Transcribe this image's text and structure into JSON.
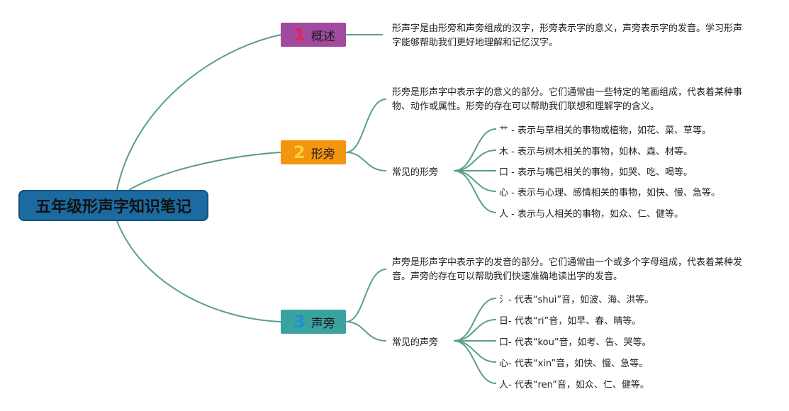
{
  "root": {
    "title": "五年级形声字知识笔记"
  },
  "topics": [
    {
      "num": "1",
      "label": "概述",
      "desc": "形声字是由形旁和声旁组成的汉字，形旁表示字的意义，声旁表示字的发音。学习形声字能够帮助我们更好地理解和记忆汉字。"
    },
    {
      "num": "2",
      "label": "形旁",
      "desc": "形旁是形声字中表示字的意义的部分。它们通常由一些特定的笔画组成，代表着某种事物、动作或属性。形旁的存在可以帮助我们联想和理解字的含义。",
      "sub_label": "常见的形旁",
      "items": [
        "艹 - 表示与草相关的事物或植物，如花、菜、草等。",
        "木 - 表示与树木相关的事物，如林、森、材等。",
        "口 - 表示与嘴巴相关的事物，如哭、吃、喝等。",
        "心 - 表示与心理、感情相关的事物，如快、慢、急等。",
        "人 - 表示与人相关的事物，如众、仁、健等。"
      ]
    },
    {
      "num": "3",
      "label": "声旁",
      "desc": "声旁是形声字中表示字的发音的部分。它们通常由一个或多个字母组成，代表着某种发音。声旁的存在可以帮助我们快速准确地读出字的发音。",
      "sub_label": "常见的声旁",
      "items": [
        "氵- 代表“shui”音，如波、海、洪等。",
        "日- 代表“ri”音，如早、春、晴等。",
        "口- 代表“kou”音，如考、告、哭等。",
        "心- 代表“xin”音，如快、慢、急等。",
        "人- 代表“ren”音，如众、仁、健等。"
      ]
    }
  ],
  "colors": {
    "line": "#5a9e8c",
    "root": "#1b6aa0",
    "topic1": "#a24a9f",
    "topic2": "#f4950f",
    "topic3": "#3aa3a0"
  }
}
